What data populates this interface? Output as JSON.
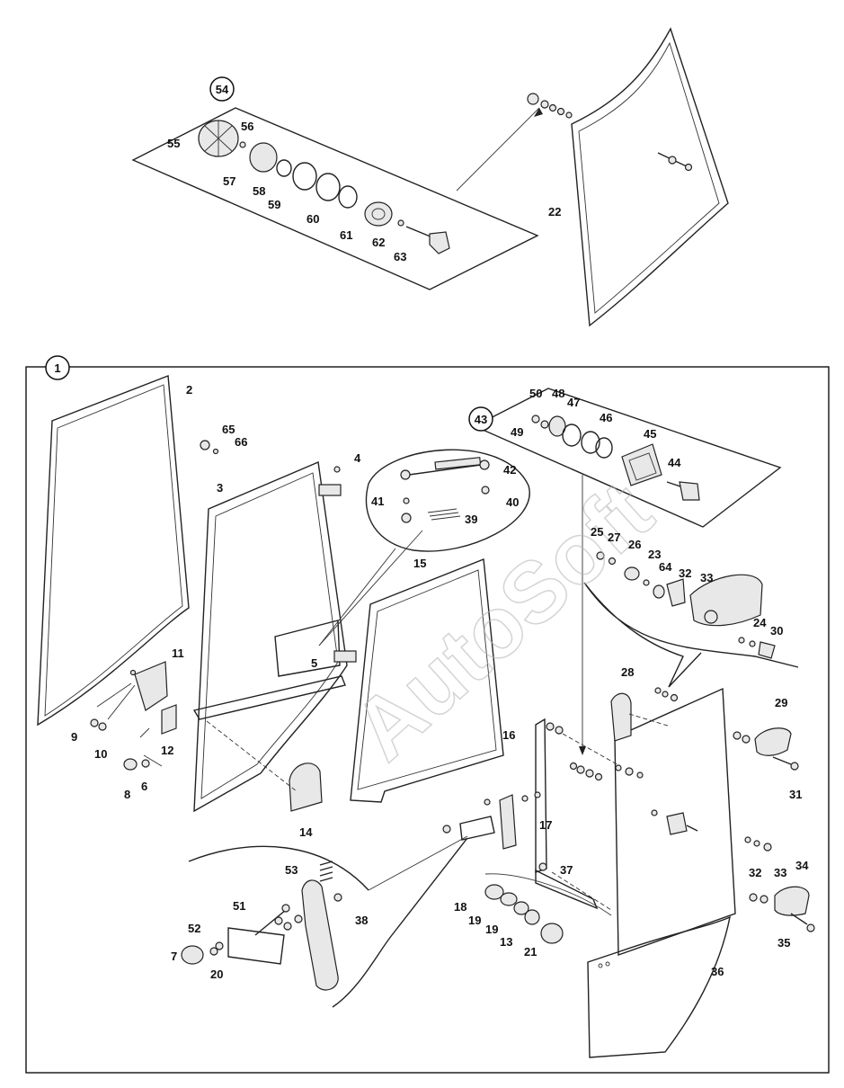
{
  "assembly_badges": {
    "top_group": "54",
    "frame_group": "1",
    "hinge_group": "43"
  },
  "watermark": "AutoSoft",
  "labels": [
    {
      "id": "l54",
      "text": "54"
    },
    {
      "id": "l55",
      "text": "55"
    },
    {
      "id": "l56",
      "text": "56"
    },
    {
      "id": "l57",
      "text": "57"
    },
    {
      "id": "l58",
      "text": "58"
    },
    {
      "id": "l59",
      "text": "59"
    },
    {
      "id": "l60",
      "text": "60"
    },
    {
      "id": "l61",
      "text": "61"
    },
    {
      "id": "l62",
      "text": "62"
    },
    {
      "id": "l63",
      "text": "63"
    },
    {
      "id": "l22",
      "text": "22"
    },
    {
      "id": "l2",
      "text": "2"
    },
    {
      "id": "l3",
      "text": "3"
    },
    {
      "id": "l4",
      "text": "4"
    },
    {
      "id": "l65",
      "text": "65"
    },
    {
      "id": "l66",
      "text": "66"
    },
    {
      "id": "l41",
      "text": "41"
    },
    {
      "id": "l42",
      "text": "42"
    },
    {
      "id": "l40",
      "text": "40"
    },
    {
      "id": "l39",
      "text": "39"
    },
    {
      "id": "l15",
      "text": "15"
    },
    {
      "id": "l5",
      "text": "5"
    },
    {
      "id": "l11",
      "text": "11"
    },
    {
      "id": "l9",
      "text": "9"
    },
    {
      "id": "l10",
      "text": "10"
    },
    {
      "id": "l12",
      "text": "12"
    },
    {
      "id": "l8",
      "text": "8"
    },
    {
      "id": "l6",
      "text": "6"
    },
    {
      "id": "l14",
      "text": "14"
    },
    {
      "id": "l50",
      "text": "50"
    },
    {
      "id": "l48",
      "text": "48"
    },
    {
      "id": "l47",
      "text": "47"
    },
    {
      "id": "l46",
      "text": "46"
    },
    {
      "id": "l49",
      "text": "49"
    },
    {
      "id": "l45",
      "text": "45"
    },
    {
      "id": "l44",
      "text": "44"
    },
    {
      "id": "l25",
      "text": "25"
    },
    {
      "id": "l27",
      "text": "27"
    },
    {
      "id": "l26",
      "text": "26"
    },
    {
      "id": "l23",
      "text": "23"
    },
    {
      "id": "l64",
      "text": "64"
    },
    {
      "id": "l32a",
      "text": "32"
    },
    {
      "id": "l33a",
      "text": "33"
    },
    {
      "id": "l24",
      "text": "24"
    },
    {
      "id": "l30",
      "text": "30"
    },
    {
      "id": "l28",
      "text": "28"
    },
    {
      "id": "l29",
      "text": "29"
    },
    {
      "id": "l31",
      "text": "31"
    },
    {
      "id": "l16",
      "text": "16"
    },
    {
      "id": "l17",
      "text": "17"
    },
    {
      "id": "l37",
      "text": "37"
    },
    {
      "id": "l32b",
      "text": "32"
    },
    {
      "id": "l33b",
      "text": "33"
    },
    {
      "id": "l34",
      "text": "34"
    },
    {
      "id": "l35",
      "text": "35"
    },
    {
      "id": "l53",
      "text": "53"
    },
    {
      "id": "l51",
      "text": "51"
    },
    {
      "id": "l38",
      "text": "38"
    },
    {
      "id": "l52",
      "text": "52"
    },
    {
      "id": "l7",
      "text": "7"
    },
    {
      "id": "l20",
      "text": "20"
    },
    {
      "id": "l18",
      "text": "18"
    },
    {
      "id": "l19a",
      "text": "19"
    },
    {
      "id": "l19b",
      "text": "19"
    },
    {
      "id": "l13",
      "text": "13"
    },
    {
      "id": "l21",
      "text": "21"
    },
    {
      "id": "l36",
      "text": "36"
    }
  ]
}
